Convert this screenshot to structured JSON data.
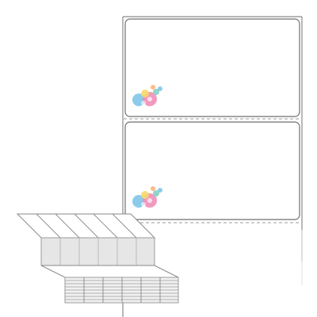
{
  "product": {
    "label_count_visible": 2,
    "perforation": "dashed",
    "label_decoration": "flower-cluster",
    "flower_colors": [
      "#7fc7e8",
      "#f08fb8",
      "#f6d86b",
      "#ffb27a",
      "#86d0c2"
    ]
  },
  "colors": {
    "liner_outline": "#8a8a8a",
    "label_outline": "#6f6f6f",
    "perforation": "#9a9a9a",
    "stack_fill": "#e6e6e6",
    "stack_edge": "#9a9a9a"
  }
}
